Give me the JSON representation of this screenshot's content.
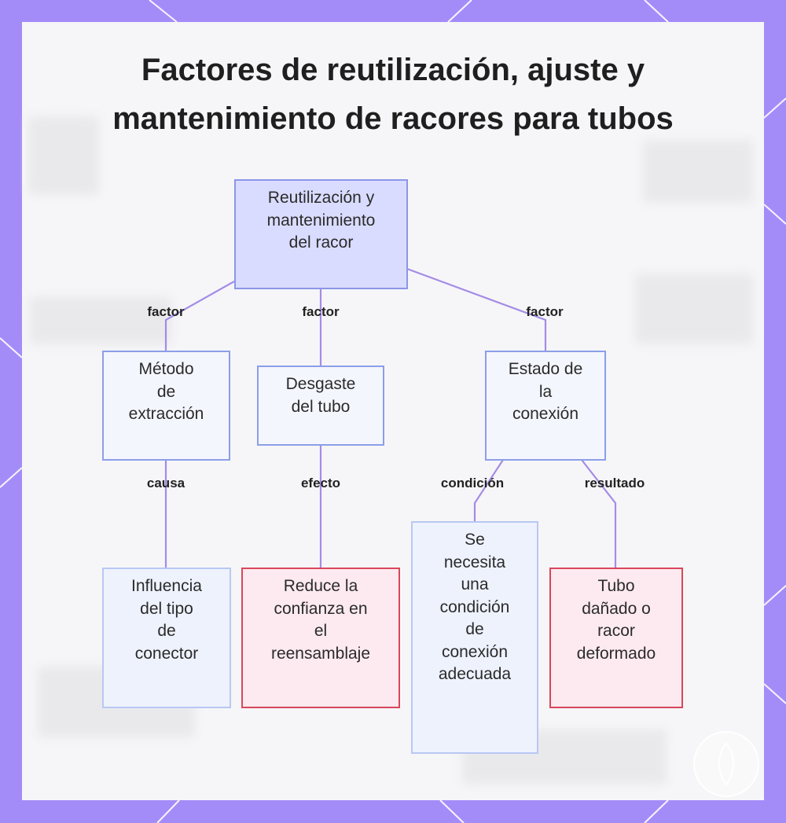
{
  "title": {
    "line1": "Factores de reutilización, ajuste y",
    "line2": "mantenimiento de racores para tubos"
  },
  "nodes": {
    "root": [
      "Reutilización y",
      "mantenimiento",
      "del racor"
    ],
    "extraction": [
      "Método",
      "de",
      "extracción"
    ],
    "wear": [
      "Desgaste",
      "del tubo"
    ],
    "connection": [
      "Estado de",
      "la",
      "conexión"
    ],
    "connector_influence": [
      "Influencia",
      "del tipo",
      "de",
      "conector"
    ],
    "reduce_confidence": [
      "Reduce la",
      "confianza en",
      "el",
      "reensamblaje"
    ],
    "need_condition": [
      "Se",
      "necesita",
      "una",
      "condición",
      "de",
      "conexión",
      "adecuada"
    ],
    "damaged": [
      "Tubo",
      "dañado o",
      "racor",
      "deformado"
    ]
  },
  "edges": {
    "factor_1": "factor",
    "factor_2": "factor",
    "factor_3": "factor",
    "causa": "causa",
    "efecto": "efecto",
    "condicion": "condición",
    "resultado": "resultado"
  },
  "colors": {
    "frame": "#a48cf8",
    "edge": "#a48ce6",
    "root_fill": "#d9dcfe",
    "red_border": "#d9465c"
  }
}
